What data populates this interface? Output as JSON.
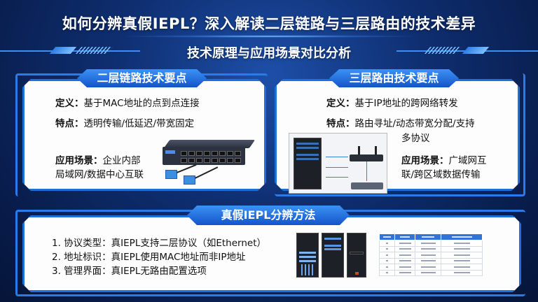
{
  "header": {
    "title": "如何分辨真假IEPL？深入解读二层链路与三层路由的技术差异",
    "subtitle": "技术原理与应用场景对比分析"
  },
  "left_panel": {
    "heading": "二层链路技术要点",
    "definition_label": "定义：",
    "definition": "基于MAC地址的点到点连接",
    "features_label": "特点：",
    "features": "透明传输/低延迟/带宽固定",
    "scenario_label": "应用场景：",
    "scenario_line1": "企业内部",
    "scenario_line2": "局域网/数据中心互联",
    "image": "network-switch-icon"
  },
  "right_panel": {
    "heading": "三层路由技术要点",
    "definition_label": "定义：",
    "definition": "基于IP地址的跨网络转发",
    "features_label": "特点：",
    "features_line1": "路由寻址/动态带宽分配/支持",
    "features_line2": "多协议",
    "scenario_label": "应用场景：",
    "scenario_line1": "广域网互",
    "scenario_line2": "联/跨区域数据传输",
    "image": "server-router-diagram"
  },
  "bottom_panel": {
    "heading": "真假IEPL分辨方法",
    "items": [
      "1. 协议类型：真IEPL支持二层协议（如Ethernet）",
      "2. 地址标识：真IEPL使用MAC地址而非IP地址",
      "3. 管理界面：真IEPL无路由配置选项"
    ],
    "images": [
      "server-rack-icon",
      "server-rack-icon",
      "server-tower-icon"
    ],
    "table": {
      "columns": 4,
      "rows": 6
    }
  },
  "colors": {
    "background": "#0f2f72",
    "accent": "#1e6fd9",
    "tab": "#2a78e6",
    "panel": "#fdfdfe"
  }
}
